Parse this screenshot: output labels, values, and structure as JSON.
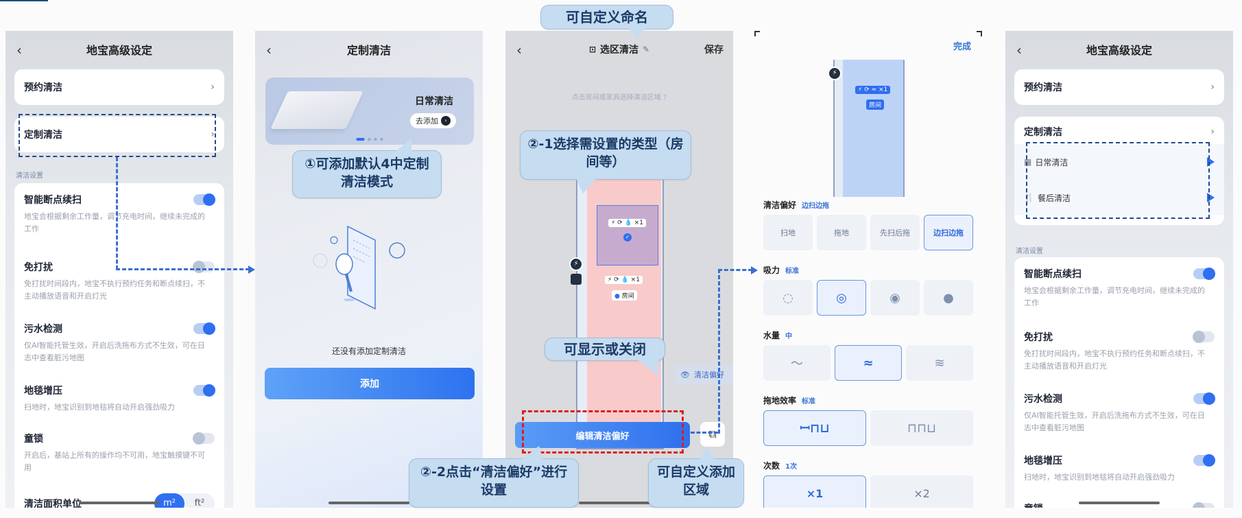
{
  "panel1": {
    "title": "地宝高级设定",
    "back_icon": "‹",
    "rows": [
      {
        "label": "预约清洁",
        "chevron": "›"
      },
      {
        "label": "定制清洁",
        "chevron": "›"
      }
    ],
    "section_label": "清洁设置",
    "settings": [
      {
        "name": "智能断点续扫",
        "desc": "地宝会根据剩余工作量，调节充电时间，继续未完成的工作",
        "on": true
      },
      {
        "name": "免打扰",
        "desc": "免打扰时间段内，地宝不执行预约任务和断点续扫，不主动播放语音和开启灯光",
        "on": false
      },
      {
        "name": "污水检测",
        "desc": "仅AI智能托管生效，开启后洗拖布方式不生效，可在日志中查看脏污地图",
        "on": true
      },
      {
        "name": "地毯增压",
        "desc": "扫地时，地宝识别到地毯将自动开启强劲吸力",
        "on": true
      },
      {
        "name": "童锁",
        "desc": "开启后，基站上所有的操作均不可用，地宝触摸键不可用",
        "on": false
      }
    ],
    "unit_label": "清洁面积单位",
    "units": [
      "m²",
      "ft²"
    ],
    "unit_selected": "m²"
  },
  "panel2": {
    "title": "定制清洁",
    "back_icon": "‹",
    "banner_title": "日常清洁",
    "banner_button": "去添加",
    "banner_page": 1,
    "banner_pages": 4,
    "empty_text": "还没有添加定制清洁",
    "add_button": "添加"
  },
  "panel3": {
    "title": "选区清洁",
    "back_icon": "‹",
    "save": "保存",
    "hint": "点击房间或家具选择清洁区域",
    "chip1": "⚡ ⟳ 💧 ×1",
    "chip2": "⚡ ⟳ 💧 ×1",
    "room_tag": "房间",
    "pref_toggle": "清洁偏好",
    "edit_button": "编辑清洁偏好"
  },
  "panel4": {
    "done": "完成",
    "map_chip": "⚡ ⟳ ≈ ×1",
    "room_tag": "房间",
    "groups": [
      {
        "title": "清洁偏好",
        "value": "边扫边拖",
        "options": [
          "扫地",
          "拖地",
          "先扫后拖",
          "边扫边拖"
        ],
        "selected": 3
      },
      {
        "title": "吸力",
        "value": "标准",
        "options": [
          "◌",
          "◎",
          "◉",
          "●"
        ],
        "selected": 1
      },
      {
        "title": "水量",
        "value": "中",
        "options": [
          "〜",
          "≈",
          "≋"
        ],
        "selected": 1
      },
      {
        "title": "拖地效率",
        "value": "标准",
        "options": [
          "ꟷ⊓⊔",
          "⊓⊓⊔"
        ],
        "selected": 0
      },
      {
        "title": "次数",
        "value": "1次",
        "options": [
          "×1",
          "×2"
        ],
        "selected": 0
      }
    ]
  },
  "panel5": {
    "title": "地宝高级设定",
    "back_icon": "‹",
    "row1": "预约清洁",
    "row2": "定制清洁",
    "chevron": "›",
    "sub_items": [
      {
        "icon": "▦",
        "label": "日常清洁"
      },
      {
        "icon": "🍴",
        "label": "餐后清洁"
      }
    ],
    "section_label": "清洁设置",
    "settings": [
      {
        "name": "智能断点续扫",
        "desc": "地宝会根据剩余工作量，调节充电时间，继续未完成的工作",
        "on": true
      },
      {
        "name": "免打扰",
        "desc": "免打扰时间段内，地宝不执行预约任务和断点续扫，不主动播放语音和开启灯光",
        "on": false
      },
      {
        "name": "污水检测",
        "desc": "仅AI智能托管生效，开启后洗拖布方式不生效，可在日志中查看脏污地图",
        "on": true
      },
      {
        "name": "地毯增压",
        "desc": "扫地时，地宝识别到地毯将自动开启强劲吸力",
        "on": true
      },
      {
        "name": "童锁",
        "desc": "",
        "on": false
      }
    ]
  },
  "annotations": {
    "rename": "可自定义命名",
    "add_modes": "①可添加默认4中定制清洁模式",
    "select_type": "②-1选择需设置的类型（房间等）",
    "show_hide": "可显示或关闭",
    "click_pref": "②-2点击“清洁偏好”进行设置",
    "add_area": "可自定义添加区域"
  },
  "colors": {
    "accent": "#2f6ff0",
    "annotation_bg": "#c5dcf1",
    "annotation_text": "#1b3a66",
    "dash_blue": "#1e4a8e",
    "dash_red": "#e01b1b"
  }
}
